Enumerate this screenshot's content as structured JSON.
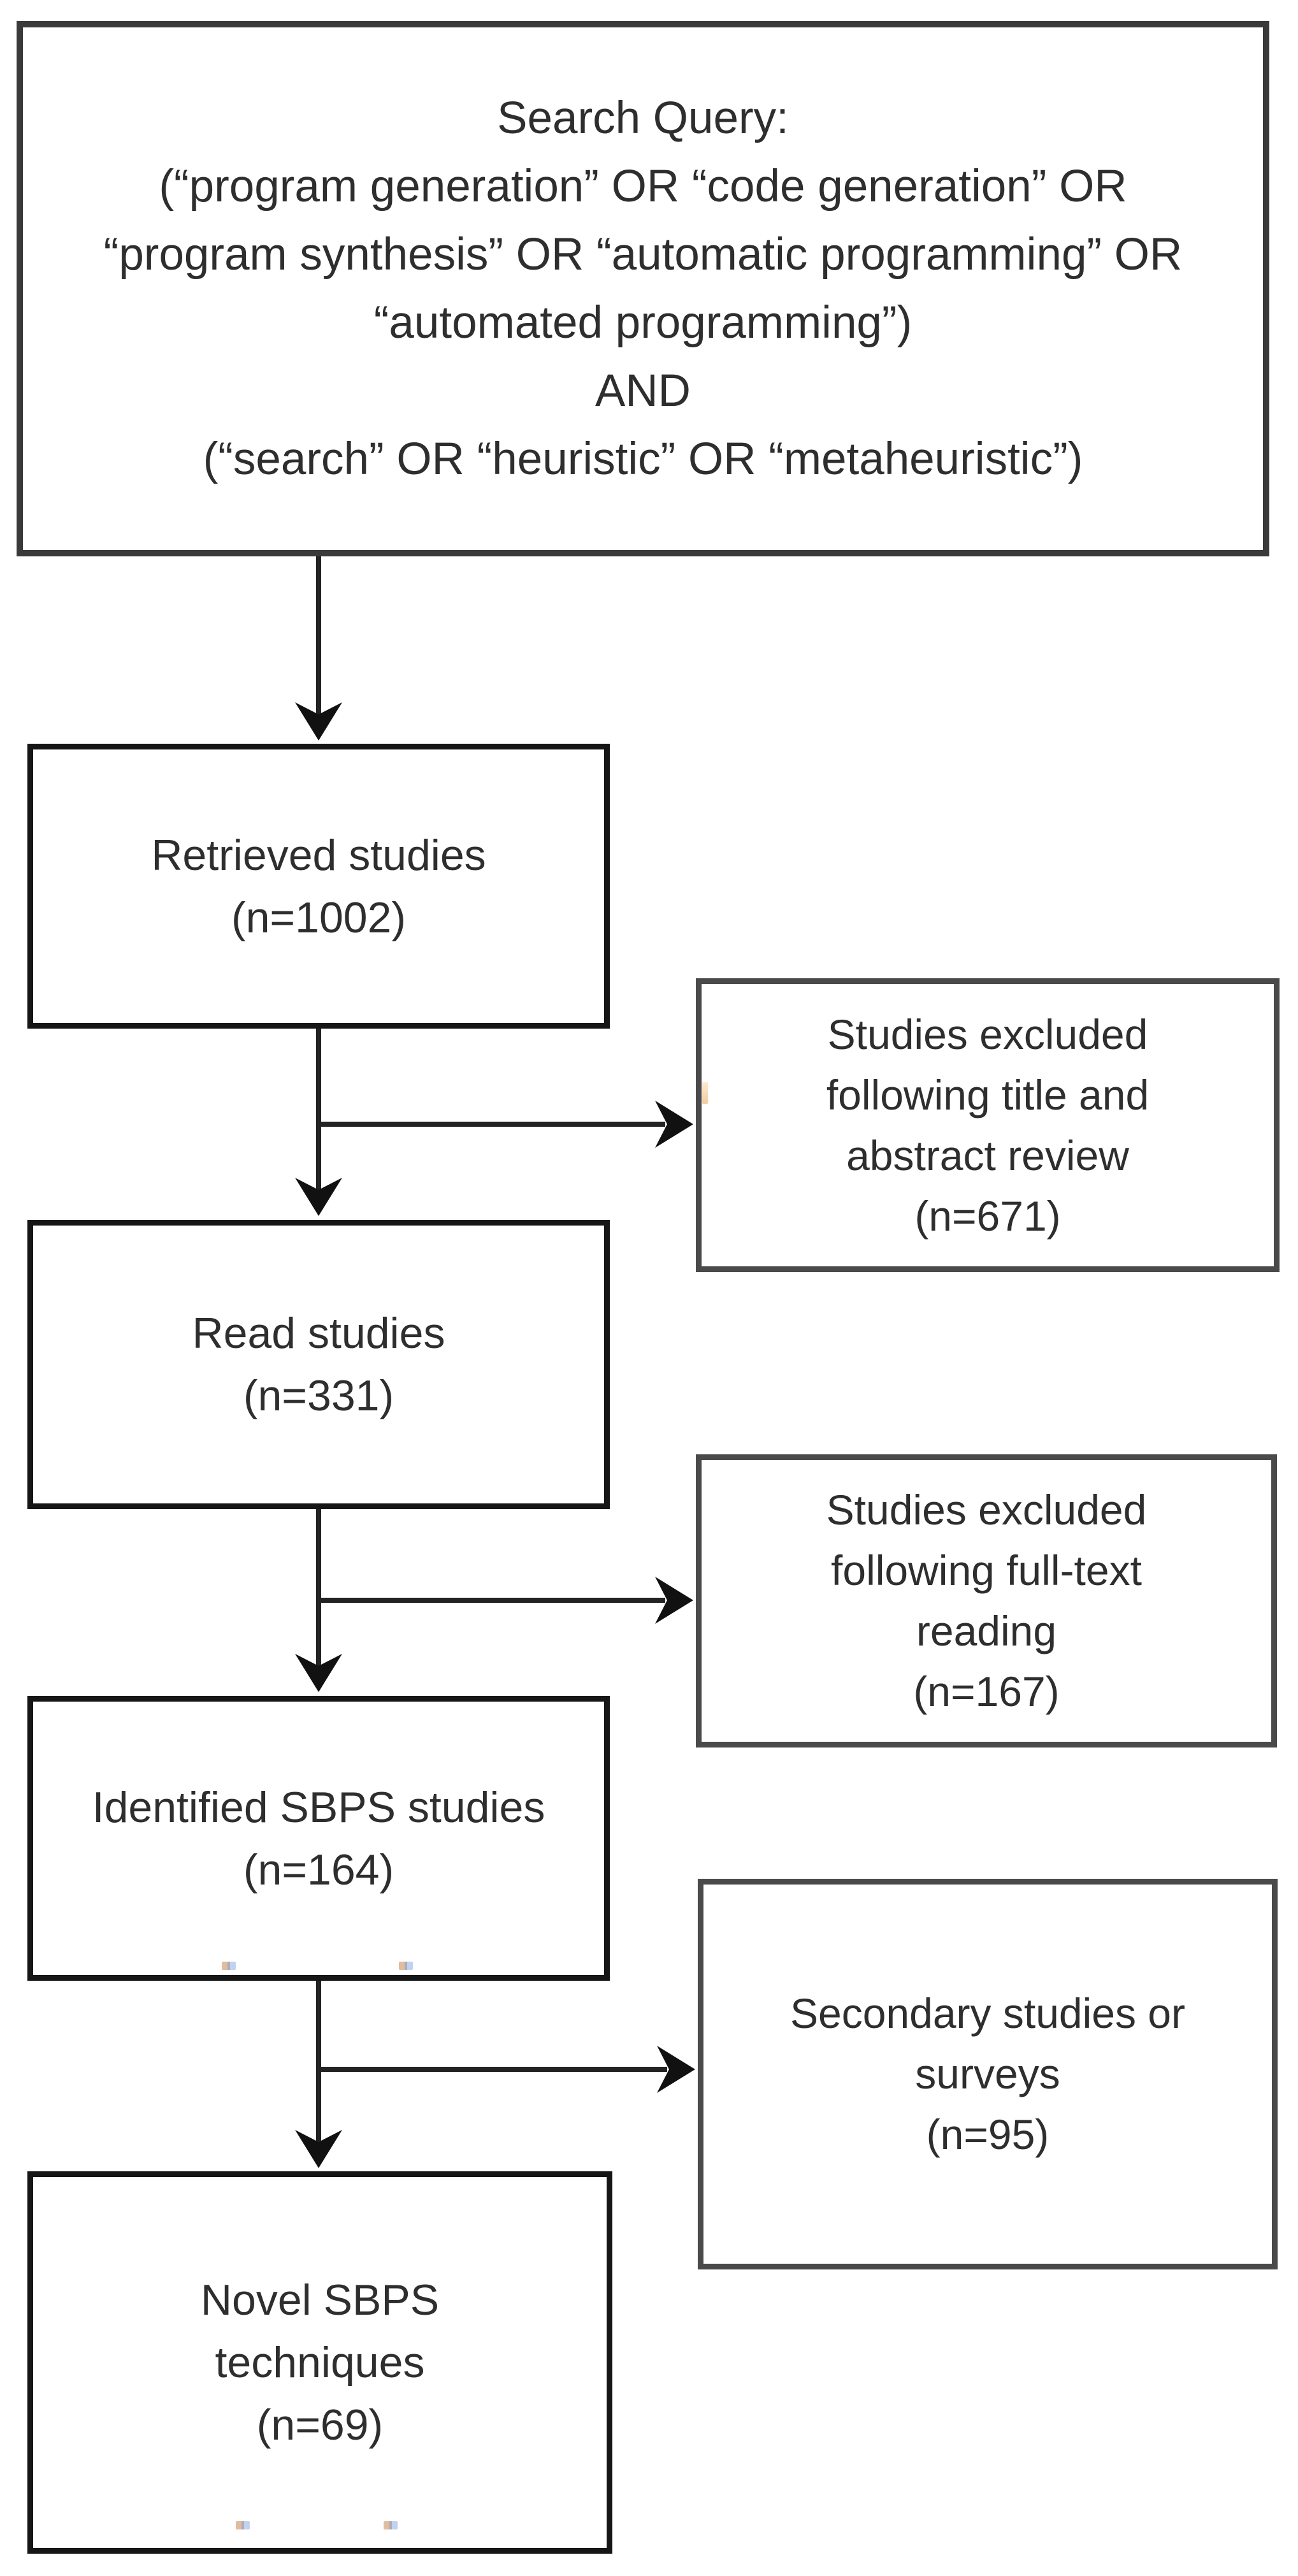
{
  "title": "Study selection flowchart",
  "colors": {
    "background": "#ffffff",
    "text": "#2e2e2e",
    "main_box_border": "#161616",
    "side_box_border": "#4a4a4a",
    "top_box_border": "#3a3a3a",
    "connector": "#232323",
    "arrowhead": "#111111"
  },
  "nodes": {
    "search_query": {
      "lines": [
        "Search Query:",
        "(“program generation” OR “code generation” OR",
        "“program synthesis” OR “automatic programming” OR",
        "“automated programming”)",
        "AND",
        "(“search” OR “heuristic” OR “metaheuristic”)"
      ]
    },
    "retrieved": {
      "lines": [
        "Retrieved studies",
        "(n=1002)"
      ],
      "count": 1002
    },
    "excluded_title_abstract": {
      "lines": [
        "Studies excluded",
        "following title and",
        "abstract review",
        "(n=671)"
      ],
      "count": 671
    },
    "read": {
      "lines": [
        "Read studies",
        "(n=331)"
      ],
      "count": 331
    },
    "excluded_fulltext": {
      "lines": [
        "Studies excluded",
        "following full-text",
        "reading",
        "(n=167)"
      ],
      "count": 167
    },
    "identified": {
      "lines": [
        "Identified SBPS studies",
        "(n=164)"
      ],
      "count": 164
    },
    "secondary": {
      "lines": [
        "Secondary studies or",
        "surveys",
        "(n=95)"
      ],
      "count": 95
    },
    "novel": {
      "lines": [
        "Novel SBPS",
        "techniques",
        "(n=69)"
      ],
      "count": 69
    }
  }
}
